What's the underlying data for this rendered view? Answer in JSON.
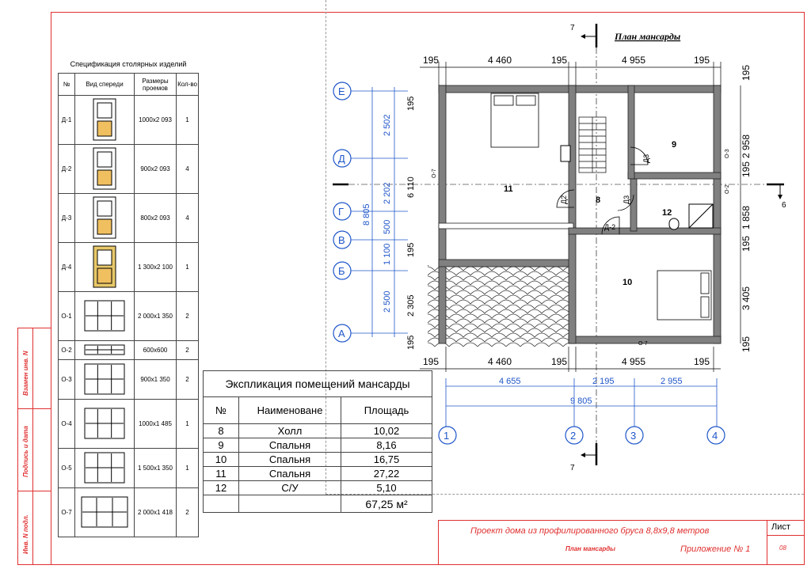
{
  "sheet": {
    "plan_title": "План мансарды",
    "section_mark": "7",
    "section_mark_right": "6"
  },
  "side_stamps": [
    "Взамен инв. N",
    "Подпись и дата",
    "Инв. N подл."
  ],
  "spec_table": {
    "title": "Спецификация столярных изделий",
    "headers": [
      "№",
      "Вид спереди",
      "Размеры проемов",
      "Кол-во"
    ],
    "rows": [
      {
        "id": "Д-1",
        "size": "1000x2 093",
        "qty": "1",
        "icon": "door-icon"
      },
      {
        "id": "Д-2",
        "size": "900x2 093",
        "qty": "4",
        "icon": "door-icon"
      },
      {
        "id": "Д-3",
        "size": "800x2 093",
        "qty": "4",
        "icon": "door-icon"
      },
      {
        "id": "Д-4",
        "size": "1 300x2 100",
        "qty": "1",
        "icon": "double-door-icon"
      },
      {
        "id": "О-1",
        "size": "2 000x1 350",
        "qty": "2",
        "icon": "window-icon"
      },
      {
        "id": "О-2",
        "size": "600x600",
        "qty": "2",
        "icon": "window-icon"
      },
      {
        "id": "О-3",
        "size": "900x1 350",
        "qty": "2",
        "icon": "window-icon"
      },
      {
        "id": "О-4",
        "size": "1000x1 485",
        "qty": "1",
        "icon": "window-icon"
      },
      {
        "id": "О-5",
        "size": "1 500x1 350",
        "qty": "1",
        "icon": "window-icon"
      },
      {
        "id": "О-7",
        "size": "2 000x1 418",
        "qty": "2",
        "icon": "gable-window-icon"
      }
    ]
  },
  "explication": {
    "title": "Экспликация помещений мансарды",
    "headers": [
      "№",
      "Наименоване",
      "Площадь"
    ],
    "rows": [
      {
        "n": "8",
        "name": "Холл",
        "area": "10,02"
      },
      {
        "n": "9",
        "name": "Спальня",
        "area": "8,16"
      },
      {
        "n": "10",
        "name": "Спальня",
        "area": "16,75"
      },
      {
        "n": "11",
        "name": "Спальня",
        "area": "27,22"
      },
      {
        "n": "12",
        "name": "С/У",
        "area": "5,10"
      }
    ],
    "total": "67,25 м²"
  },
  "title_block": {
    "project": "Проект дома из профилированного бруса 8,8x9,8 метров",
    "sheet_name": "План мансарды",
    "appendix": "Приложение № 1",
    "sheet_label": "Лист",
    "sheet_no": "08"
  },
  "plan": {
    "top_dims": [
      "195",
      "4 460",
      "195",
      "4 955",
      "195"
    ],
    "bottom_dims": [
      "195",
      "4 460",
      "195",
      "4 955",
      "195"
    ],
    "axis_dims": [
      "4 655",
      "2 195",
      "2 955"
    ],
    "total_dim": "9 805",
    "right_dims": [
      "195",
      "2 958",
      "195",
      "1 858",
      "195",
      "3 405",
      "195"
    ],
    "left_dims": [
      "195",
      "2 502",
      "2 202",
      "500",
      "1 100",
      "195",
      "2 500",
      "2 305",
      "195"
    ],
    "left_total": "6 110",
    "left_total2": "8 805",
    "axes_letters": [
      "Е",
      "Д",
      "Г",
      "В",
      "Б",
      "А"
    ],
    "axes_numbers": [
      "1",
      "2",
      "3",
      "4"
    ],
    "rooms": [
      "11",
      "8",
      "9",
      "12",
      "10"
    ],
    "door_tags": [
      "Д2",
      "Д-2",
      "Д3",
      "Д3"
    ],
    "window_tags": [
      "О-7",
      "О-3",
      "О-2",
      "О-7"
    ]
  },
  "colors": {
    "frame": "#e03030",
    "axis": "#1f56c9",
    "wall": "#808080"
  }
}
